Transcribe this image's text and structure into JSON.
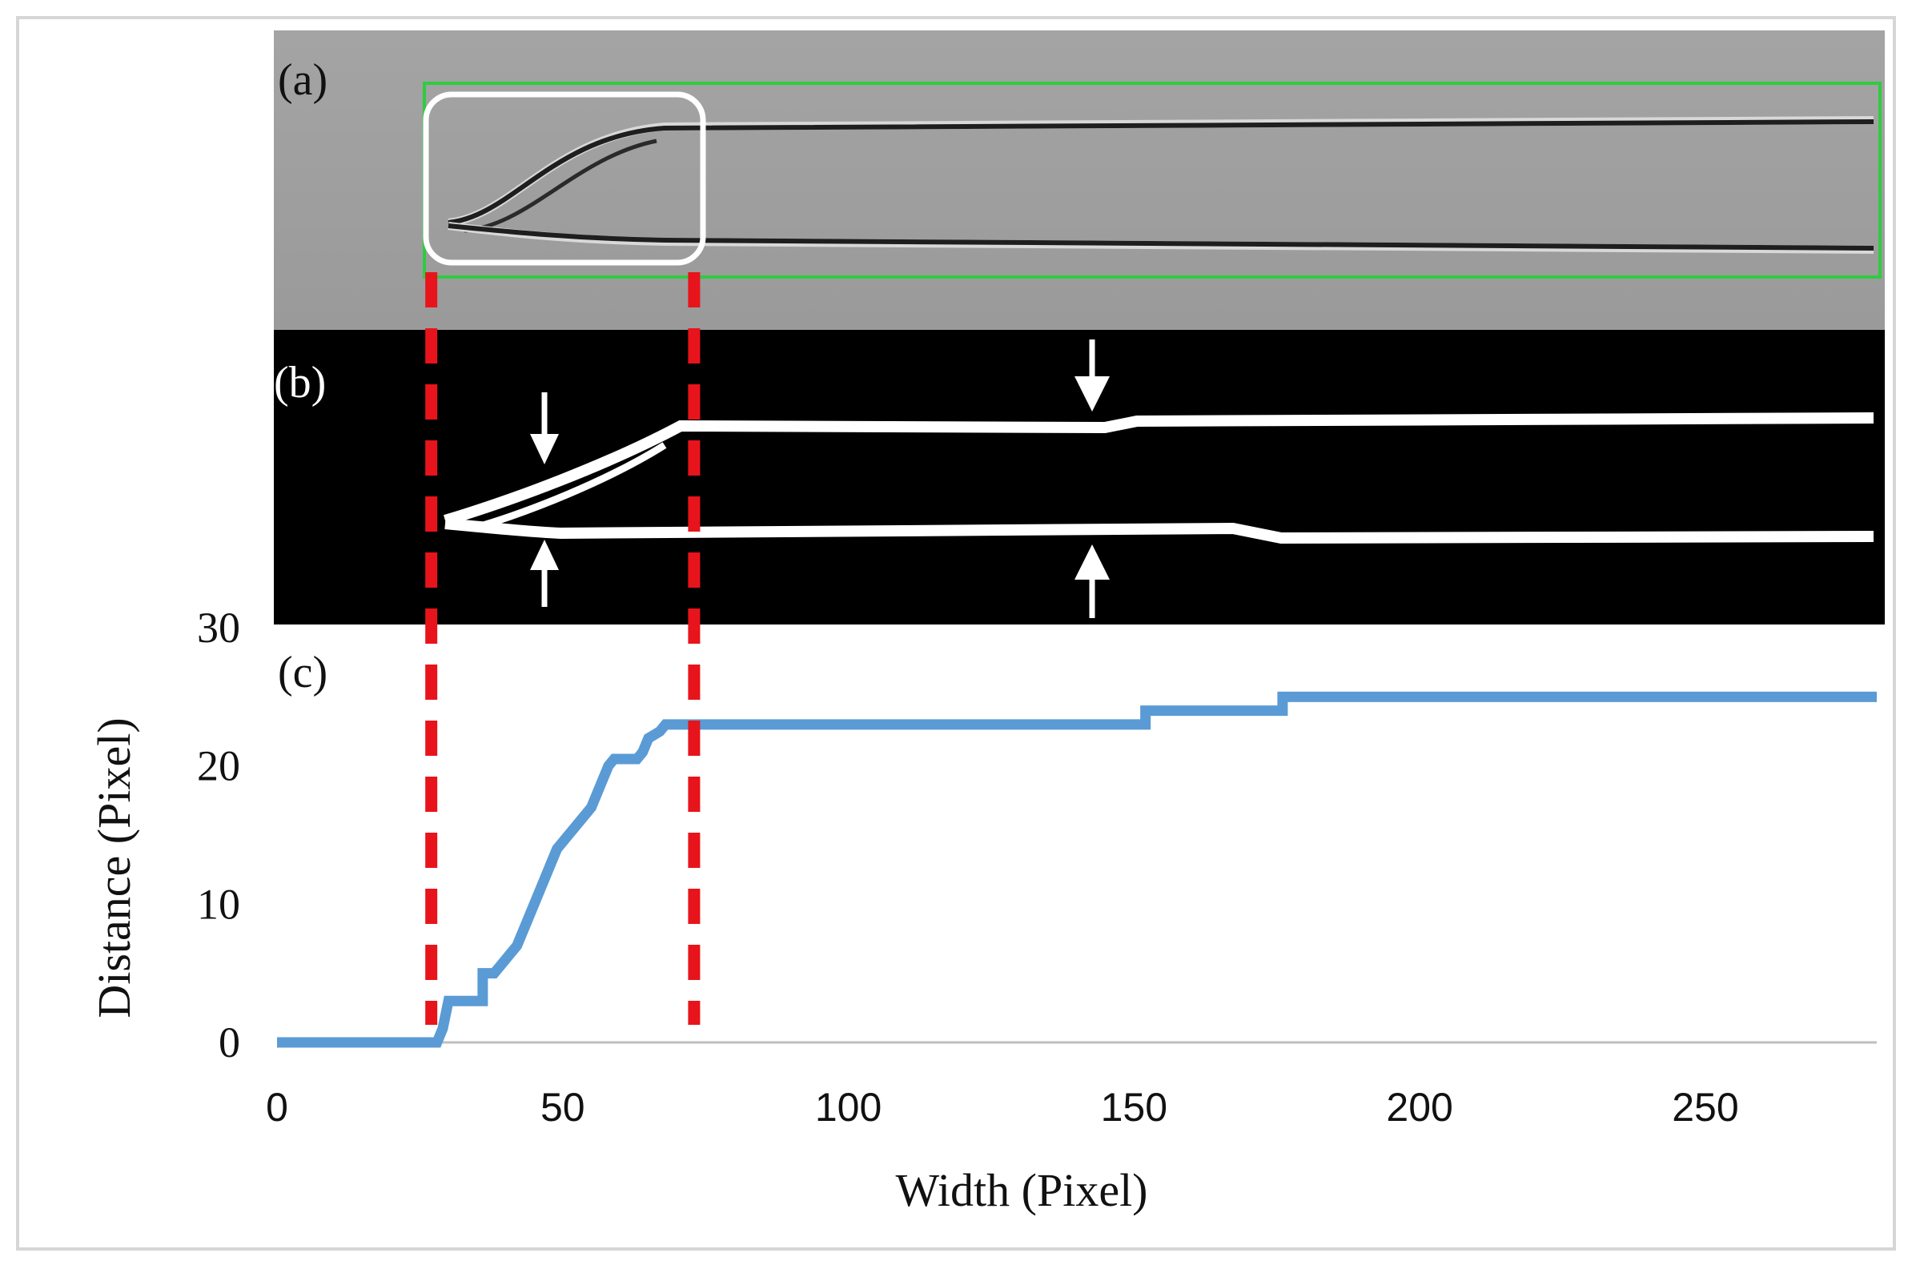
{
  "panels": {
    "a_label": "(a)",
    "b_label": "(b)",
    "c_label": "(c)"
  },
  "colors": {
    "series": "#5b9bd5",
    "guide": "#e8141b",
    "roi_box": "#2ecc40",
    "highlight_box": "#ffffff"
  },
  "chart_data": {
    "type": "line",
    "xlabel": "Width (Pixel)",
    "ylabel": "Distance (Pixel)",
    "xlim": [
      0,
      280
    ],
    "ylim": [
      0,
      30
    ],
    "x_ticks": [
      0,
      50,
      100,
      150,
      200,
      250
    ],
    "y_ticks": [
      0,
      10,
      20,
      30
    ],
    "grid": false,
    "legend": "none",
    "guide_lines_x": [
      27,
      73
    ],
    "series": [
      {
        "style": "step",
        "points": [
          [
            0,
            0
          ],
          [
            28,
            0
          ],
          [
            29,
            1
          ],
          [
            30,
            3
          ],
          [
            36,
            3
          ],
          [
            36,
            5
          ],
          [
            38,
            5
          ],
          [
            40,
            6
          ],
          [
            42,
            7
          ],
          [
            43,
            8
          ],
          [
            44,
            9
          ],
          [
            45,
            10
          ],
          [
            46,
            11
          ],
          [
            47,
            12
          ],
          [
            48,
            13
          ],
          [
            49,
            14
          ],
          [
            51,
            15
          ],
          [
            53,
            16
          ],
          [
            55,
            17
          ],
          [
            56,
            18
          ],
          [
            57,
            19
          ],
          [
            58,
            20
          ],
          [
            59,
            20.5
          ],
          [
            63,
            20.5
          ],
          [
            64,
            21
          ],
          [
            65,
            22
          ],
          [
            67,
            22.5
          ],
          [
            68,
            23
          ],
          [
            73,
            23
          ],
          [
            152,
            23
          ],
          [
            152,
            24
          ],
          [
            176,
            24
          ],
          [
            176,
            25
          ],
          [
            280,
            25
          ]
        ]
      }
    ]
  }
}
